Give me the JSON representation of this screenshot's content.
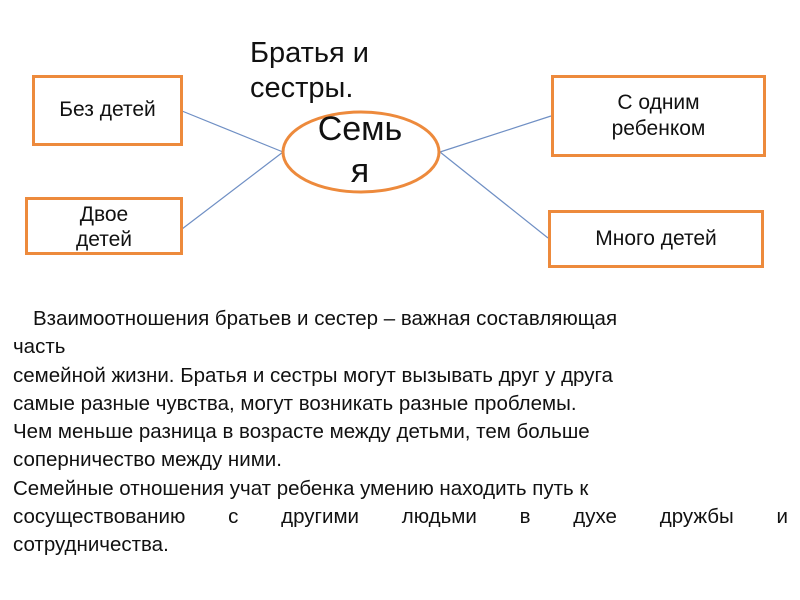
{
  "diagram": {
    "center": {
      "label_line1": "Семь",
      "label_line2": "я"
    },
    "caption": {
      "line1": "Братья и",
      "line2": "сестры."
    },
    "nodes": [
      {
        "id": "no-children",
        "line1": "Без детей",
        "line2": ""
      },
      {
        "id": "two-children",
        "line1": "Двое",
        "line2": "детей"
      },
      {
        "id": "one-child",
        "line1": "С одним",
        "line2": "ребенком"
      },
      {
        "id": "many-children",
        "line1": "Много детей",
        "line2": ""
      }
    ],
    "colors": {
      "box_border": "#ed8a3c",
      "connector": "#6f8fc4",
      "text": "#111111"
    }
  },
  "paragraph": {
    "lines": [
      "Взаимоотношения братьев и сестер – важная составляющая",
      "часть",
      "семейной жизни. Братья и сестры могут вызывать друг у друга",
      "самые разные чувства, могут возникать разные проблемы.",
      "Чем меньше разница в возрасте между детьми, тем больше",
      "соперничество между ними.",
      "Семейные отношения учат ребенка умению находить путь к",
      "сосуществованию с другими людьми в духе дружбы и",
      "сотрудничества."
    ]
  }
}
